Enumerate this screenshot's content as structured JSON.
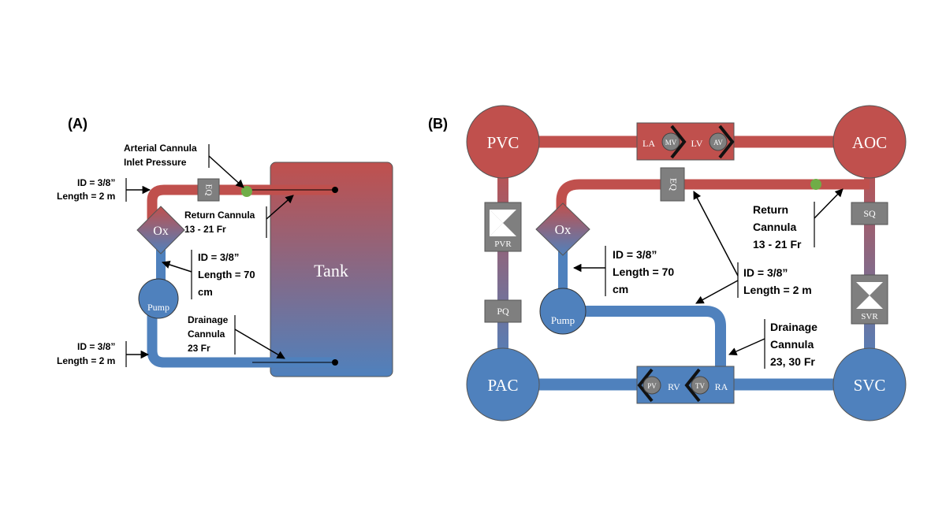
{
  "panel_a": {
    "label": "(A)",
    "tank": "Tank",
    "ox": "Ox",
    "pump": "Pump",
    "eq": "EQ",
    "arterial_cannula": [
      "Arterial Cannula",
      "Inlet Pressure"
    ],
    "tube_top": [
      "ID = 3/8”",
      "Length = 2 m"
    ],
    "return_cannula": [
      "Return Cannula",
      "13 - 21 Fr"
    ],
    "tube_mid": [
      "ID = 3/8”",
      "Length = 70",
      "cm"
    ],
    "drainage_cannula": [
      "Drainage",
      "Cannula",
      "23 Fr"
    ],
    "tube_bottom": [
      "ID = 3/8”",
      "Length = 2 m"
    ]
  },
  "panel_b": {
    "label": "(B)",
    "pvc": "PVC",
    "aoc": "AOC",
    "pac": "PAC",
    "svc": "SVC",
    "la": "LA",
    "lv": "LV",
    "mv": "MV",
    "av": "AV",
    "rv": "RV",
    "ra": "RA",
    "pv": "PV",
    "tv": "TV",
    "pvr": "PVR",
    "pq": "PQ",
    "sq": "SQ",
    "svr": "SVR",
    "eq": "EQ",
    "ox": "Ox",
    "pump": "Pump",
    "return_cannula": [
      "Return",
      "Cannula",
      "13 - 21 Fr"
    ],
    "tube_mid": [
      "ID = 3/8”",
      "Length = 70",
      "cm"
    ],
    "tube_long": [
      "ID = 3/8”",
      "Length = 2 m"
    ],
    "drainage_cannula": [
      "Drainage",
      "Cannula",
      "23, 30 Fr"
    ]
  },
  "colors": {
    "arterial": "#c0504d",
    "venous": "#4f81bd",
    "component": "#7f7f7f",
    "sensor": "#70ad47"
  }
}
